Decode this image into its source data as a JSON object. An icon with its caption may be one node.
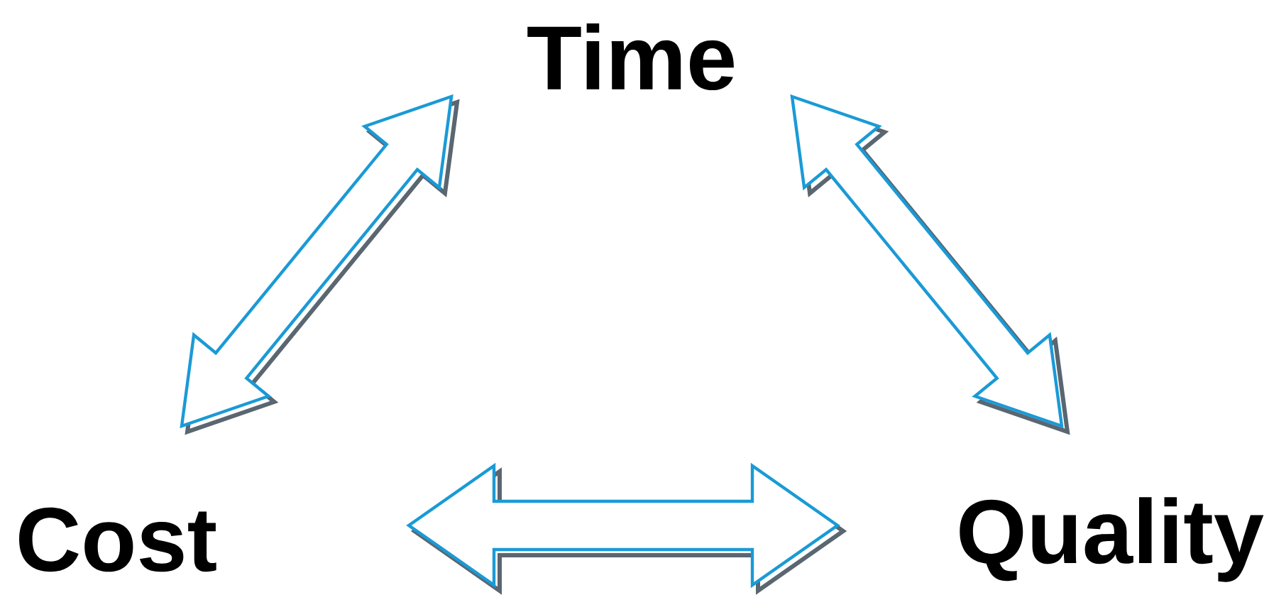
{
  "diagram": {
    "nodes": [
      {
        "text": [
          "Time"
        ]
      },
      {
        "text": [
          "Cost"
        ]
      },
      {
        "text": [
          "Quality"
        ]
      }
    ],
    "edges": [
      {
        "from": 0,
        "to": 1,
        "arrow": "both"
      },
      {
        "from": 0,
        "to": 2,
        "arrow": "both"
      },
      {
        "from": 1,
        "to": 2,
        "arrow": "both"
      }
    ]
  }
}
